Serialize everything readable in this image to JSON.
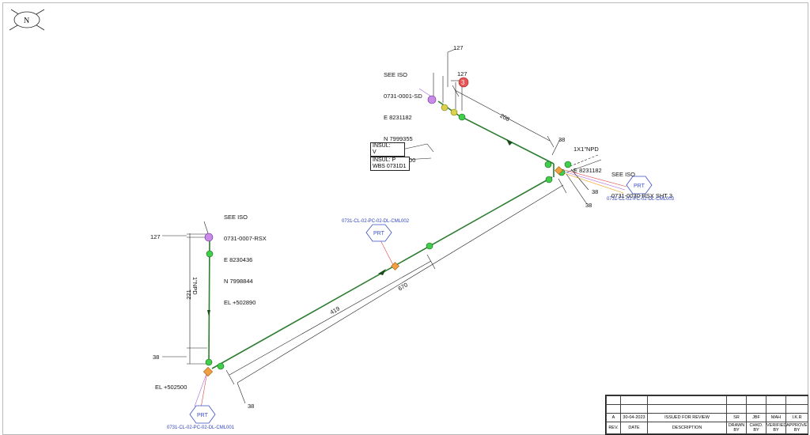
{
  "north_label": "N",
  "labels": {
    "see_iso_top": [
      "SEE ISO",
      "0731-0001-SD",
      "E 8231182",
      "N 7999355",
      "EL +502500"
    ],
    "see_iso_left": [
      "SEE ISO",
      "0731-0007-RSX",
      "E 8230436",
      "N 7998844",
      "EL +502890"
    ],
    "see_iso_right": [
      "SEE ISO",
      "0731-0030-RSX SHT 3"
    ],
    "npd_right": [
      "1X1\"NPD",
      "E 8231182"
    ],
    "npd_vertical": "1\"NPD",
    "el_bottom": "EL +502500",
    "insul_v": [
      "INSUL:",
      "V"
    ],
    "insul_p": [
      "INSUL: P",
      "WBS 0731D1"
    ]
  },
  "dimensions": {
    "d127_top": "127",
    "d127_mid": "127",
    "d208": "208",
    "d38_right_a": "38",
    "d38_right_b": "38",
    "d38_right_c": "38",
    "d127_left": "127",
    "d221": "221",
    "d38_left": "38",
    "d38_bottom": "38",
    "d419": "419",
    "d670": "670"
  },
  "tags": {
    "cml001": "0731-CL-02-PC-02-DL-CML001",
    "cml002": "0731-CL-02-PC-02-DL-CML002",
    "cml003": "0731-CL-02-PC-02-DL-CML003",
    "prt": "PRT",
    "weld_number": "3"
  },
  "title_block": {
    "rows": [
      [
        "",
        "",
        "",
        "",
        "",
        "",
        ""
      ],
      [
        "A",
        "30-04-2023",
        "ISSUED FOR REVIEW",
        "SR",
        "JBF",
        "MAH",
        "I.K.R"
      ],
      [
        "REV.",
        "DATE",
        "DESCRIPTION",
        "DRAWN BY",
        "CHKD. BY",
        "VERIFIED BY",
        "APPROVED BY"
      ]
    ]
  },
  "colors": {
    "pipe": "#2e7d32",
    "fitting": "#3fcf4a",
    "valve": "#d9d24a",
    "weld": "#b366e0",
    "flag": "#e85555",
    "support": "#f0a040",
    "tag_blue": "#2b3fbf"
  }
}
